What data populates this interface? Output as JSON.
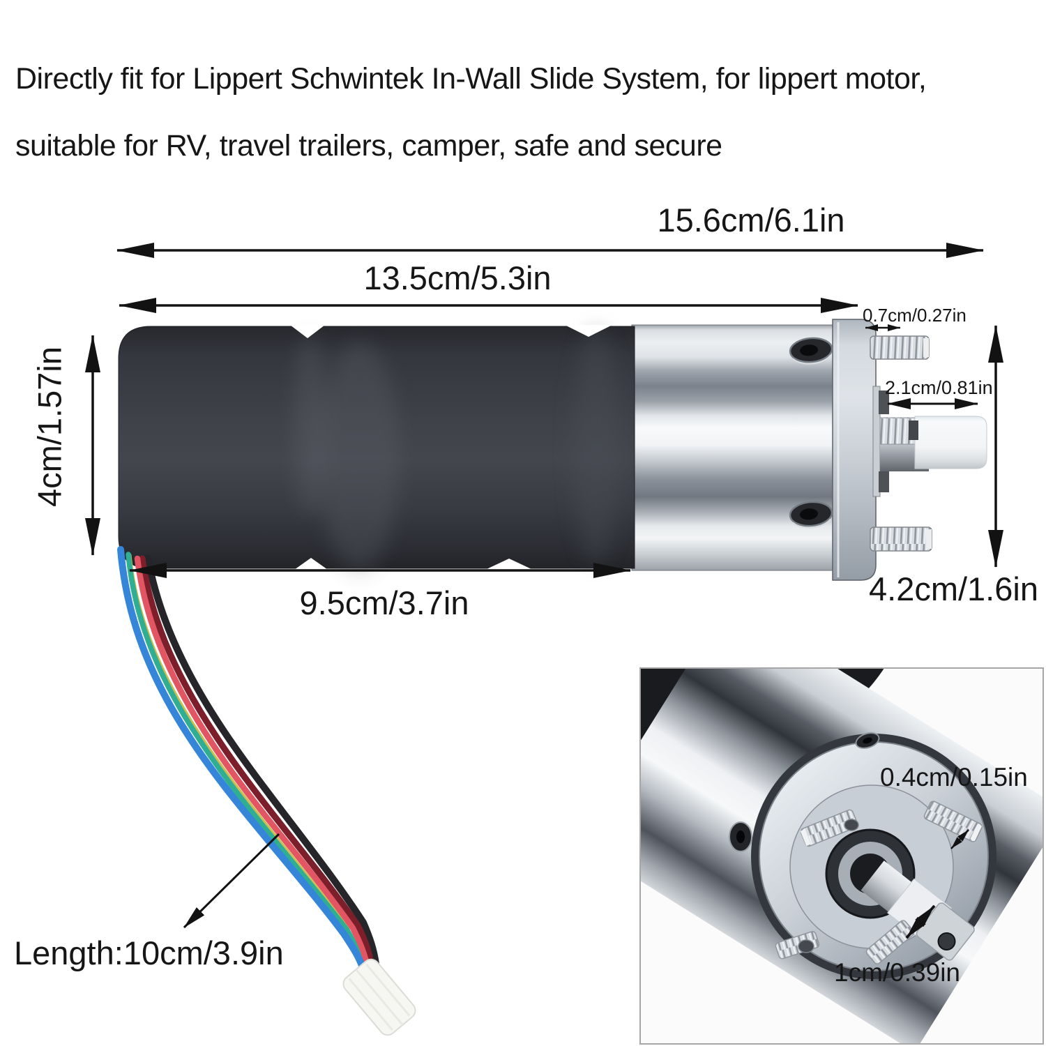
{
  "product_description": {
    "line1": "Directly fit for Lippert Schwintek In-Wall Slide System, for lippert motor,",
    "line2": "suitable for RV, travel trailers, camper, safe and secure"
  },
  "dimension_labels": {
    "overall_length": "15.6cm/6.1in",
    "body_and_gearbox_length": "13.5cm/5.3in",
    "flange_thickness": "0.7cm/0.27in",
    "shaft_length": "2.1cm/0.81in",
    "motor_body_diameter": "4cm/1.57in",
    "motor_body_length": "9.5cm/3.7in",
    "gearbox_diameter": "4.2cm/1.6in",
    "wire_length": "Length:10cm/3.9in",
    "stud_diameter": "0.4cm/0.15in",
    "shaft_diameter": "1cm/0.39in"
  },
  "colors": {
    "text": "#161616",
    "arrow": "#121212",
    "motor_body_black": "#3b3e45",
    "chrome_light": "#f2f4f6",
    "chrome_dark": "#717881",
    "flange_gray": "#ccd2d8",
    "wire_blue": "#3585d8",
    "wire_green": "#2fae93",
    "wire_red": "#e25563",
    "wire_maroon": "#7c1f2b",
    "wire_black": "#26262a",
    "wire_yellow": "#c9bf52",
    "connector_white": "#f6f6f3",
    "inset_border": "#a6a6a6"
  }
}
